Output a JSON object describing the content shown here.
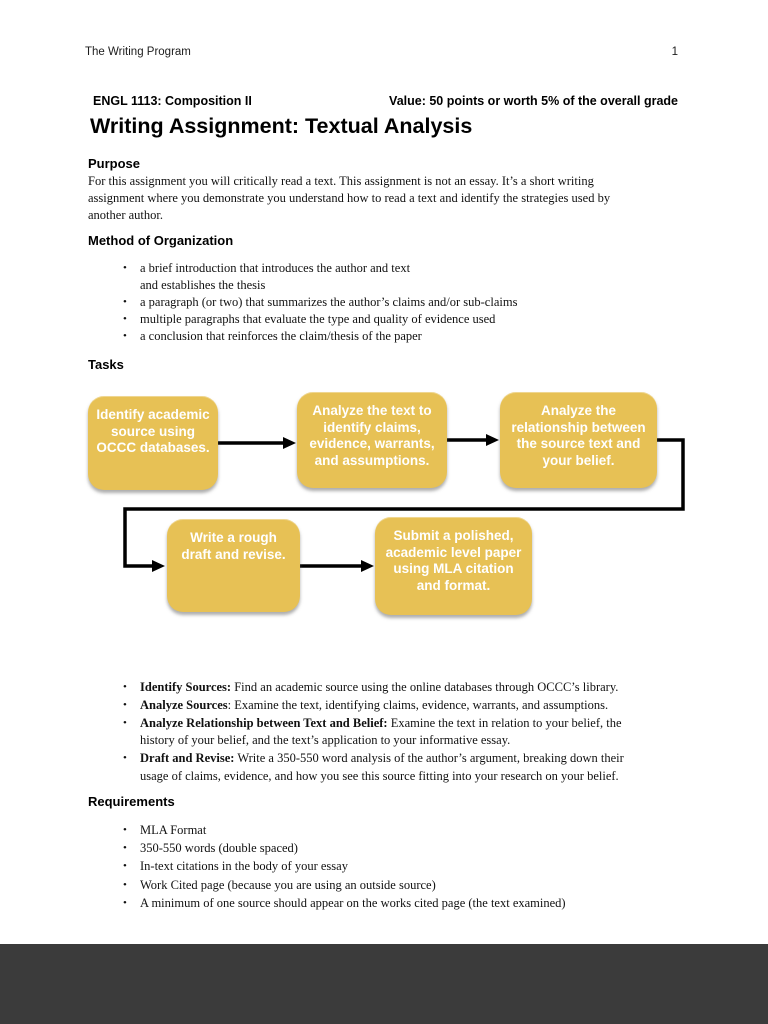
{
  "viewer": {
    "background": "#3b3b3b",
    "page_background": "#ffffff"
  },
  "header": {
    "program": "The Writing Program",
    "page_number": "1"
  },
  "course": {
    "code": "ENGL 1113: Composition II",
    "value": "Value: 50 points or worth 5% of the overall grade"
  },
  "title": "Writing Assignment: Textual Analysis",
  "purpose": {
    "heading": "Purpose",
    "body": "For this assignment you will critically read a text. This assignment is not an essay. It’s a short writing\nassignment where you demonstrate you understand how to read a text and identify the strategies used by\nanother author."
  },
  "method": {
    "heading": "Method of Organization",
    "bullets": [
      "a brief introduction that introduces the author and text\nand establishes the thesis",
      "a paragraph (or two) that summarizes the author’s claims and/or sub-claims",
      "multiple paragraphs that evaluate the type and quality of evidence used",
      "a conclusion that reinforces the claim/thesis of the paper"
    ]
  },
  "tasks": {
    "heading": "Tasks",
    "flowchart": {
      "box_color": "#e7c155",
      "arrow_color": "#000000",
      "boxes": [
        "Identify academic source using OCCC databases.",
        "Analyze the text to identify claims, evidence, warrants, and assumptions.",
        "Analyze the relationship between the source text and your belief.",
        "Write a rough draft and revise.",
        "Submit a polished, academic level paper using MLA citation and format."
      ]
    },
    "details": [
      {
        "lead": "Identify Sources:",
        "rest": " Find an academic source using the online databases through OCCC’s library."
      },
      {
        "lead": "Analyze Sources",
        "rest": ": Examine the text, identifying claims, evidence, warrants, and assumptions."
      },
      {
        "lead": "Analyze Relationship between Text and Belief:",
        "rest": " Examine the text in relation to your belief, the\nhistory of your belief, and the text’s application to your informative essay."
      },
      {
        "lead": "Draft and Revise:",
        "rest": " Write a 350-550 word analysis of the author’s argument, breaking down their\nusage of claims, evidence, and how you see this source fitting into your research on your belief."
      }
    ]
  },
  "requirements": {
    "heading": "Requirements",
    "bullets": [
      "MLA Format",
      "350-550 words (double spaced)",
      "In-text citations in the body of your essay",
      "Work Cited page (because you are using an outside source)",
      "A minimum of one source should appear on the works cited page (the text examined)"
    ]
  }
}
